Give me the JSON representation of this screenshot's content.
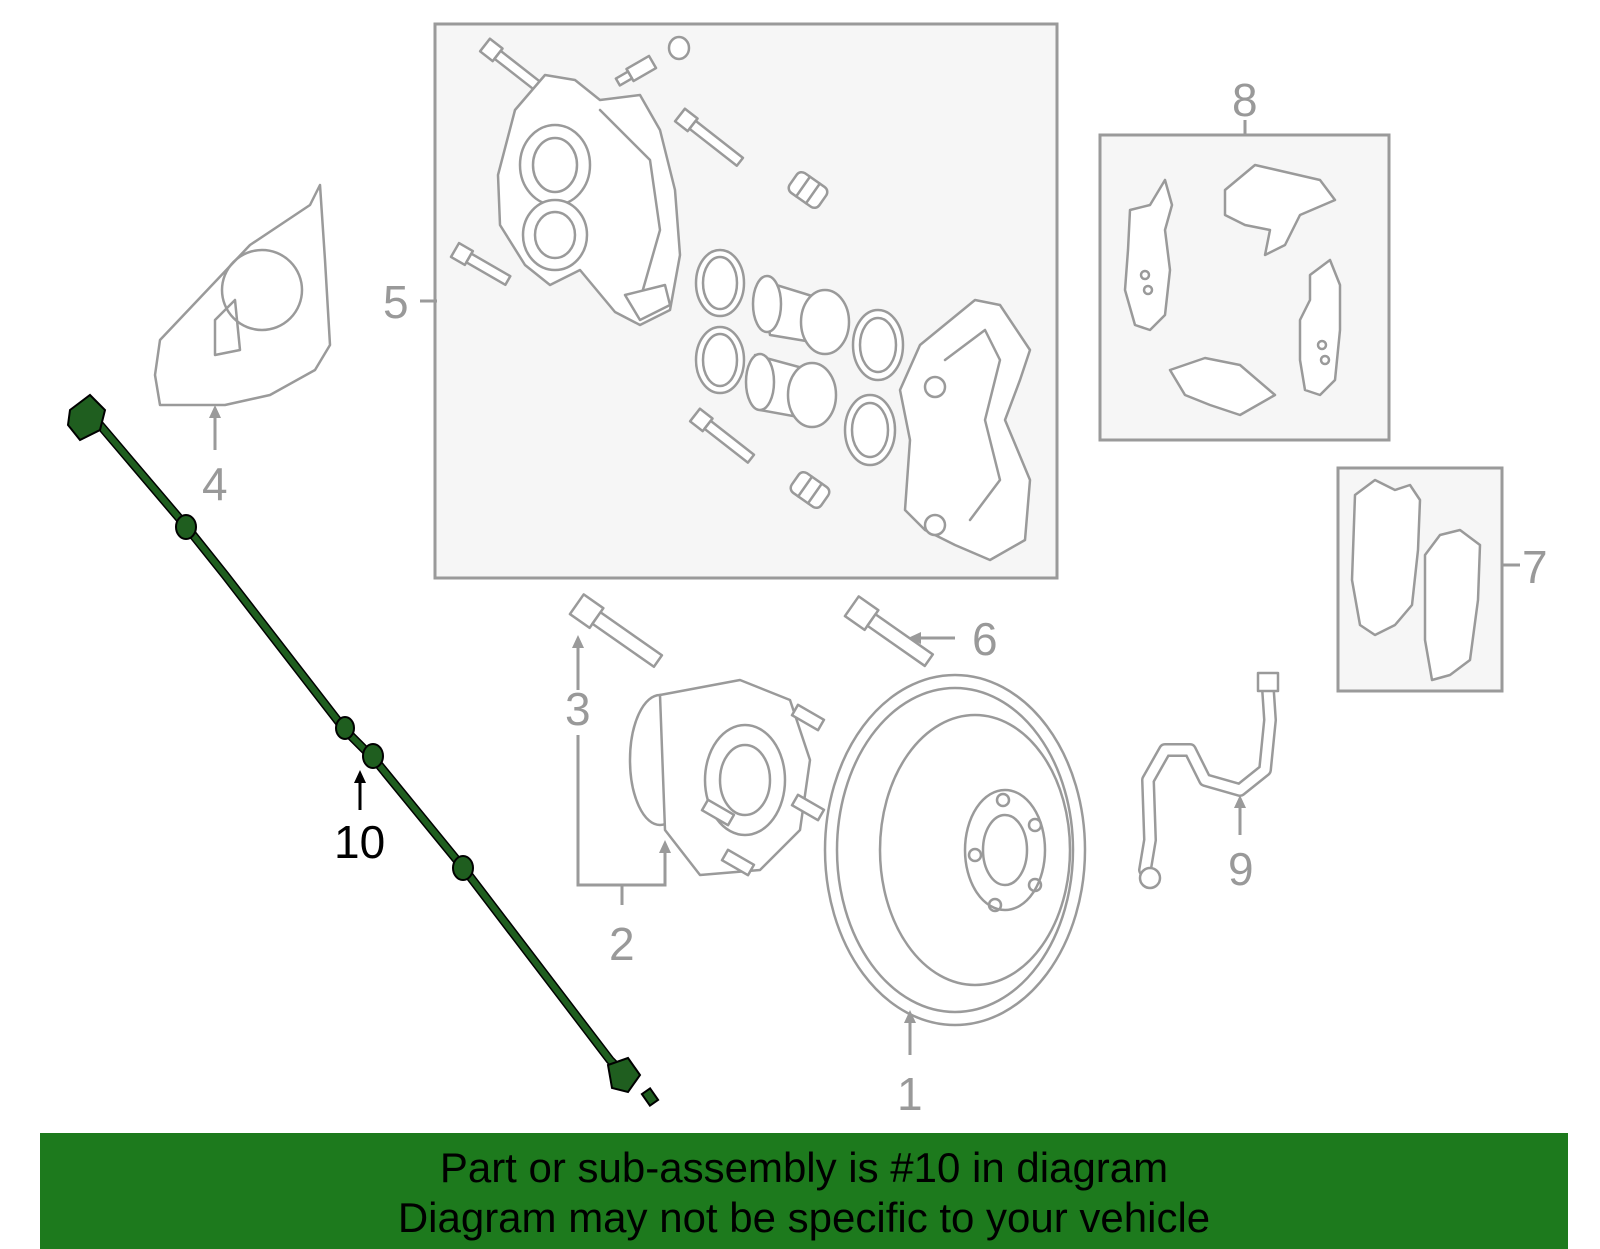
{
  "diagram": {
    "callouts": {
      "c1": "1",
      "c2": "2",
      "c3": "3",
      "c4": "4",
      "c5": "5",
      "c6": "6",
      "c7": "7",
      "c8": "8",
      "c9": "9",
      "c10": "10"
    },
    "highlight_callout": "10",
    "colors": {
      "highlight_part": "#1f5e1f",
      "banner": "#1d7a1d",
      "outline": "#9a9a9a"
    }
  },
  "banner": {
    "line1": "Part or sub-assembly is #10 in diagram",
    "line2": "Diagram may not be specific to your vehicle"
  }
}
